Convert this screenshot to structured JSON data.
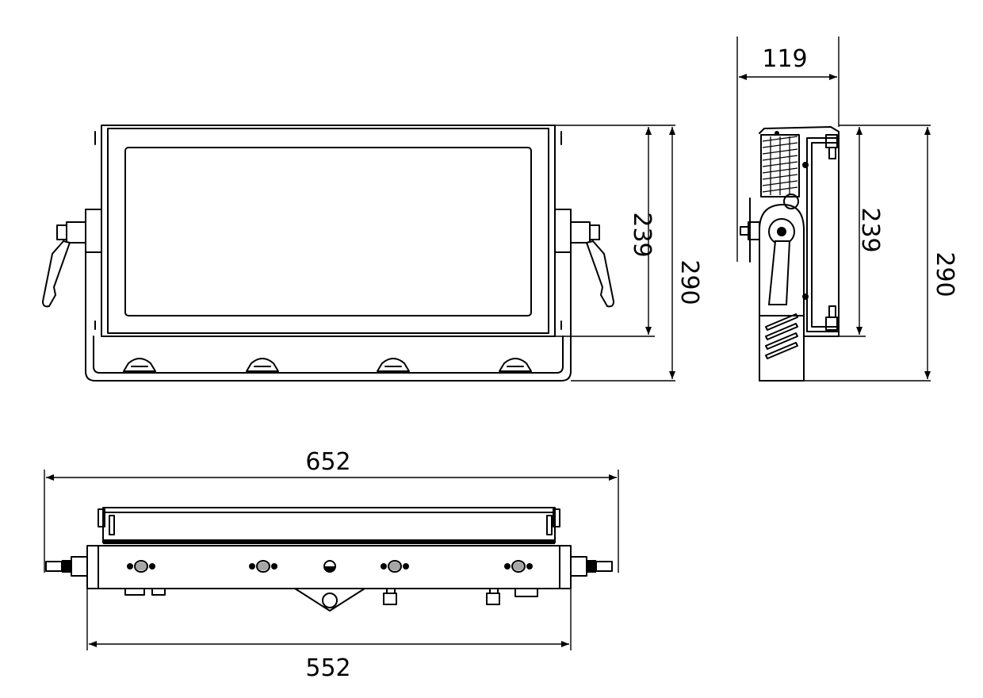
{
  "dimensions": {
    "front_inner_height": "239",
    "front_outer_height": "290",
    "side_depth": "119",
    "side_inner_height": "239",
    "side_outer_height": "290",
    "bottom_total_width": "652",
    "bottom_body_width": "552"
  },
  "colors": {
    "line": "#000000",
    "background": "#ffffff"
  }
}
